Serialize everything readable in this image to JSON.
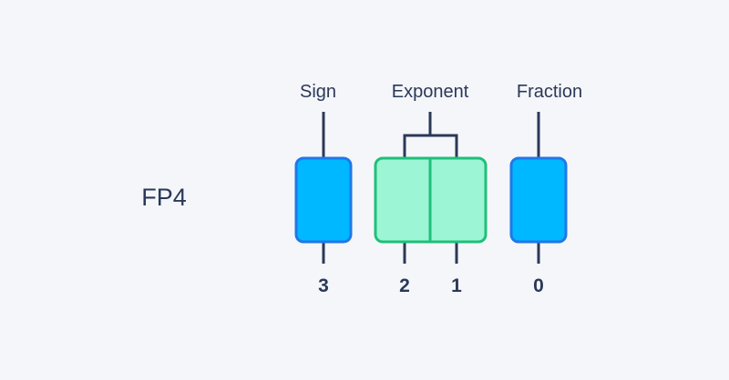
{
  "format_name": "FP4",
  "fields": {
    "sign": "Sign",
    "exponent": "Exponent",
    "fraction": "Fraction"
  },
  "bit_indices": [
    "3",
    "2",
    "1",
    "0"
  ],
  "colors": {
    "background": "#f4f6fa",
    "line": "#2b3857",
    "sign_fill": "#00b8ff",
    "sign_stroke": "#1f78e8",
    "exponent_fill": "#9cf5d4",
    "exponent_stroke": "#1fc07a",
    "fraction_fill": "#00b8ff",
    "fraction_stroke": "#1f78e8"
  }
}
